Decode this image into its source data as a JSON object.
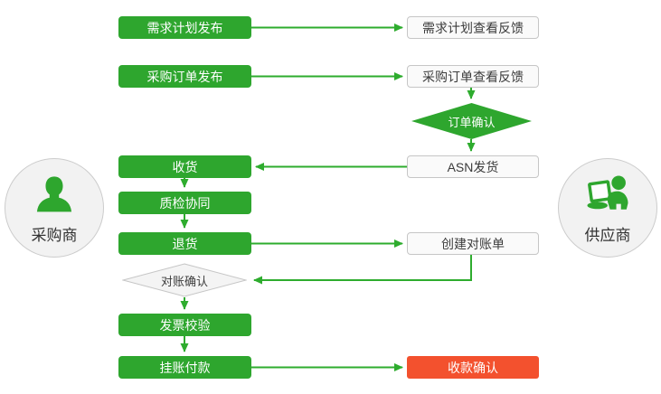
{
  "theme": {
    "green": "#2EA62E",
    "arrow_green": "#2EAC2E",
    "red": "#F3512E",
    "white": "#FFFFFF",
    "box_bg": "#FAFAFA",
    "box_border": "#C6C6C6",
    "text_dark": "#3C3C3C",
    "circle_bg": "#F2F2F2",
    "circle_border": "#CCCCCC"
  },
  "actors": {
    "buyer": {
      "label": "采购商",
      "icon": "person-silhouette"
    },
    "supplier": {
      "label": "供应商",
      "icon": "person-with-laptop"
    }
  },
  "nodes": [
    {
      "id": "demand-plan-publish",
      "label": "需求计划发布",
      "type": "action-green",
      "lane": "buyer"
    },
    {
      "id": "demand-plan-feedback",
      "label": "需求计划查看反馈",
      "type": "box-light",
      "lane": "supplier"
    },
    {
      "id": "po-publish",
      "label": "采购订单发布",
      "type": "action-green",
      "lane": "buyer"
    },
    {
      "id": "po-feedback",
      "label": "采购订单查看反馈",
      "type": "box-light",
      "lane": "supplier"
    },
    {
      "id": "order-confirm",
      "label": "订单确认",
      "type": "decision-green",
      "lane": "supplier"
    },
    {
      "id": "receive-goods",
      "label": "收货",
      "type": "action-green",
      "lane": "buyer"
    },
    {
      "id": "asn-ship",
      "label": "ASN发货",
      "type": "box-light",
      "lane": "supplier"
    },
    {
      "id": "quality-collab",
      "label": "质检协同",
      "type": "action-green",
      "lane": "buyer"
    },
    {
      "id": "return-goods",
      "label": "退货",
      "type": "action-green",
      "lane": "buyer"
    },
    {
      "id": "create-statement",
      "label": "创建对账单",
      "type": "box-light",
      "lane": "supplier"
    },
    {
      "id": "statement-confirm",
      "label": "对账确认",
      "type": "decision-light",
      "lane": "buyer"
    },
    {
      "id": "invoice-verify",
      "label": "发票校验",
      "type": "action-green",
      "lane": "buyer"
    },
    {
      "id": "book-payment",
      "label": "挂账付款",
      "type": "action-green",
      "lane": "buyer"
    },
    {
      "id": "receipt-confirm",
      "label": "收款确认",
      "type": "final-red",
      "lane": "supplier"
    }
  ],
  "edges": [
    {
      "from": "需求计划发布",
      "to": "需求计划查看反馈"
    },
    {
      "from": "采购订单发布",
      "to": "采购订单查看反馈"
    },
    {
      "from": "采购订单查看反馈",
      "to": "订单确认"
    },
    {
      "from": "订单确认",
      "to": "ASN发货"
    },
    {
      "from": "ASN发货",
      "to": "收货"
    },
    {
      "from": "收货",
      "to": "质检协同"
    },
    {
      "from": "质检协同",
      "to": "退货"
    },
    {
      "from": "退货",
      "to": "创建对账单"
    },
    {
      "from": "创建对账单",
      "to": "对账确认"
    },
    {
      "from": "对账确认",
      "to": "发票校验"
    },
    {
      "from": "发票校验",
      "to": "挂账付款"
    },
    {
      "from": "挂账付款",
      "to": "收款确认"
    }
  ]
}
